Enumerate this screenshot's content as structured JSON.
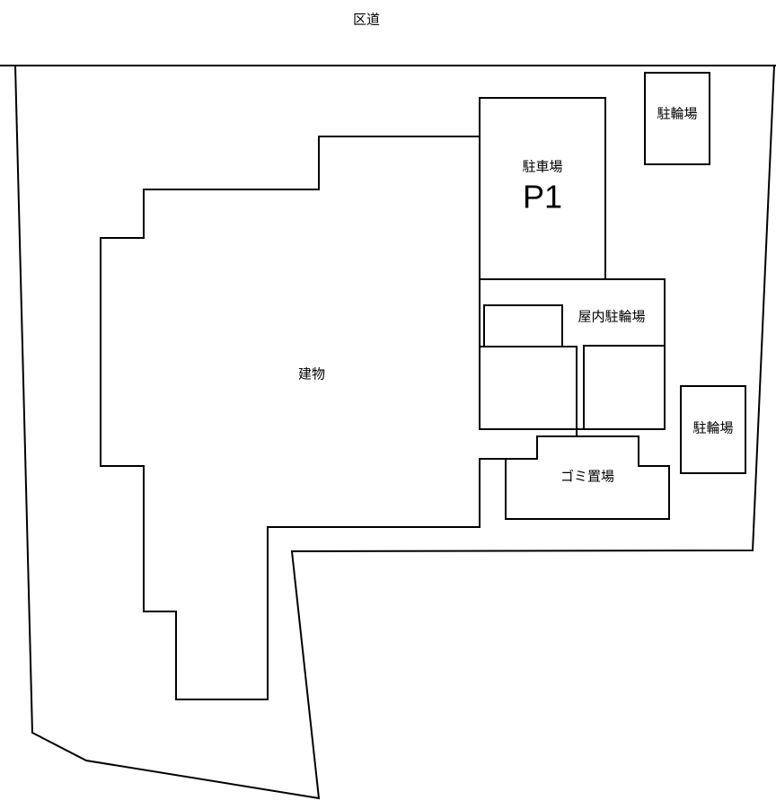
{
  "labels": {
    "road": "区道",
    "parking": "駐車場",
    "parking_id": "P1",
    "bike_parking_top": "駐輪場",
    "indoor_bike_parking": "屋内駐輪場",
    "bike_parking_right": "駐輪場",
    "building": "建物",
    "garbage": "ゴミ置場"
  }
}
